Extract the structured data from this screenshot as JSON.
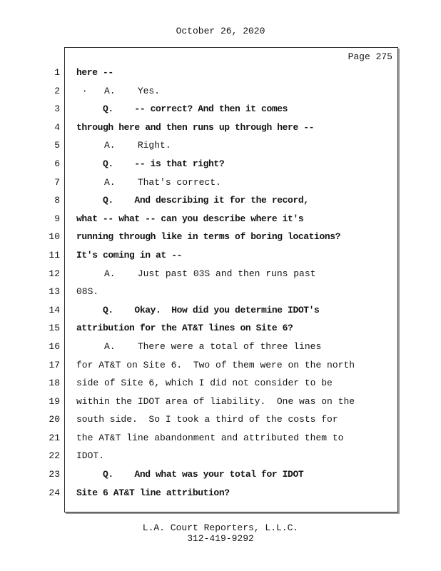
{
  "header": {
    "date": "October 26, 2020"
  },
  "transcript": {
    "page_label": "Page 275",
    "lines": [
      {
        "num": "1",
        "bold": true,
        "text": "here --"
      },
      {
        "num": "2",
        "bold": false,
        "text": " ·   A.    Yes."
      },
      {
        "num": "3",
        "bold": true,
        "text": "     Q.    -- correct? And then it comes"
      },
      {
        "num": "4",
        "bold": true,
        "text": "through here and then runs up through here --"
      },
      {
        "num": "5",
        "bold": false,
        "text": "     A.    Right."
      },
      {
        "num": "6",
        "bold": true,
        "text": "     Q.    -- is that right?"
      },
      {
        "num": "7",
        "bold": false,
        "text": "     A.    That's correct."
      },
      {
        "num": "8",
        "bold": true,
        "text": "     Q.    And describing it for the record,"
      },
      {
        "num": "9",
        "bold": true,
        "text": "what -- what -- can you describe where it's"
      },
      {
        "num": "10",
        "bold": true,
        "text": "running through like in terms of boring locations?"
      },
      {
        "num": "11",
        "bold": true,
        "text": "It's coming in at --"
      },
      {
        "num": "12",
        "bold": false,
        "text": "     A.    Just past 03S and then runs past"
      },
      {
        "num": "13",
        "bold": false,
        "text": "08S."
      },
      {
        "num": "14",
        "bold": true,
        "text": "     Q.    Okay.  How did you determine IDOT's"
      },
      {
        "num": "15",
        "bold": true,
        "text": "attribution for the AT&T lines on Site 6?"
      },
      {
        "num": "16",
        "bold": false,
        "text": "     A.    There were a total of three lines"
      },
      {
        "num": "17",
        "bold": false,
        "text": "for AT&T on Site 6.  Two of them were on the north"
      },
      {
        "num": "18",
        "bold": false,
        "text": "side of Site 6, which I did not consider to be"
      },
      {
        "num": "19",
        "bold": false,
        "text": "within the IDOT area of liability.  One was on the"
      },
      {
        "num": "20",
        "bold": false,
        "text": "south side.  So I took a third of the costs for"
      },
      {
        "num": "21",
        "bold": false,
        "text": "the AT&T line abandonment and attributed them to"
      },
      {
        "num": "22",
        "bold": false,
        "text": "IDOT."
      },
      {
        "num": "23",
        "bold": true,
        "text": "     Q.    And what was your total for IDOT"
      },
      {
        "num": "24",
        "bold": true,
        "text": "Site 6 AT&T line attribution?"
      }
    ]
  },
  "footer": {
    "company": "L.A. Court Reporters, L.L.C.",
    "phone": "312-419-9292"
  }
}
